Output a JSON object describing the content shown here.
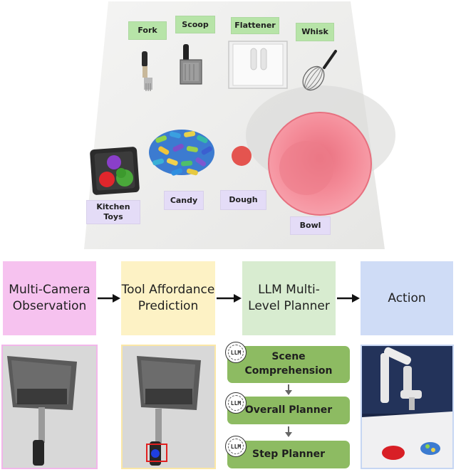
{
  "scene": {
    "labels": {
      "fork": "Fork",
      "scoop": "Scoop",
      "flattener": "Flattener",
      "whisk": "Whisk",
      "kitchen_toys": "Kitchen Toys",
      "candy": "Candy",
      "dough": "Dough",
      "bowl": "Bowl"
    }
  },
  "pipeline": {
    "stages": [
      {
        "label": "Multi-Camera Observation",
        "color": "#f6c2ef"
      },
      {
        "label": "Tool Affordance Prediction",
        "color": "#fdf2c5"
      },
      {
        "label": "LLM Multi-Level Planner",
        "color": "#d8ecd0"
      },
      {
        "label": "Action",
        "color": "#cfdcf6"
      }
    ]
  },
  "planner": {
    "badge": "LLM",
    "steps": [
      "Scene Comprehension",
      "Overall Planner",
      "Step Planner"
    ]
  },
  "colors": {
    "label_green": "#b7e4a8",
    "label_purple": "#e4dcf7",
    "planner_green": "#8dbb62",
    "bowl_pink": "#f2828f"
  }
}
